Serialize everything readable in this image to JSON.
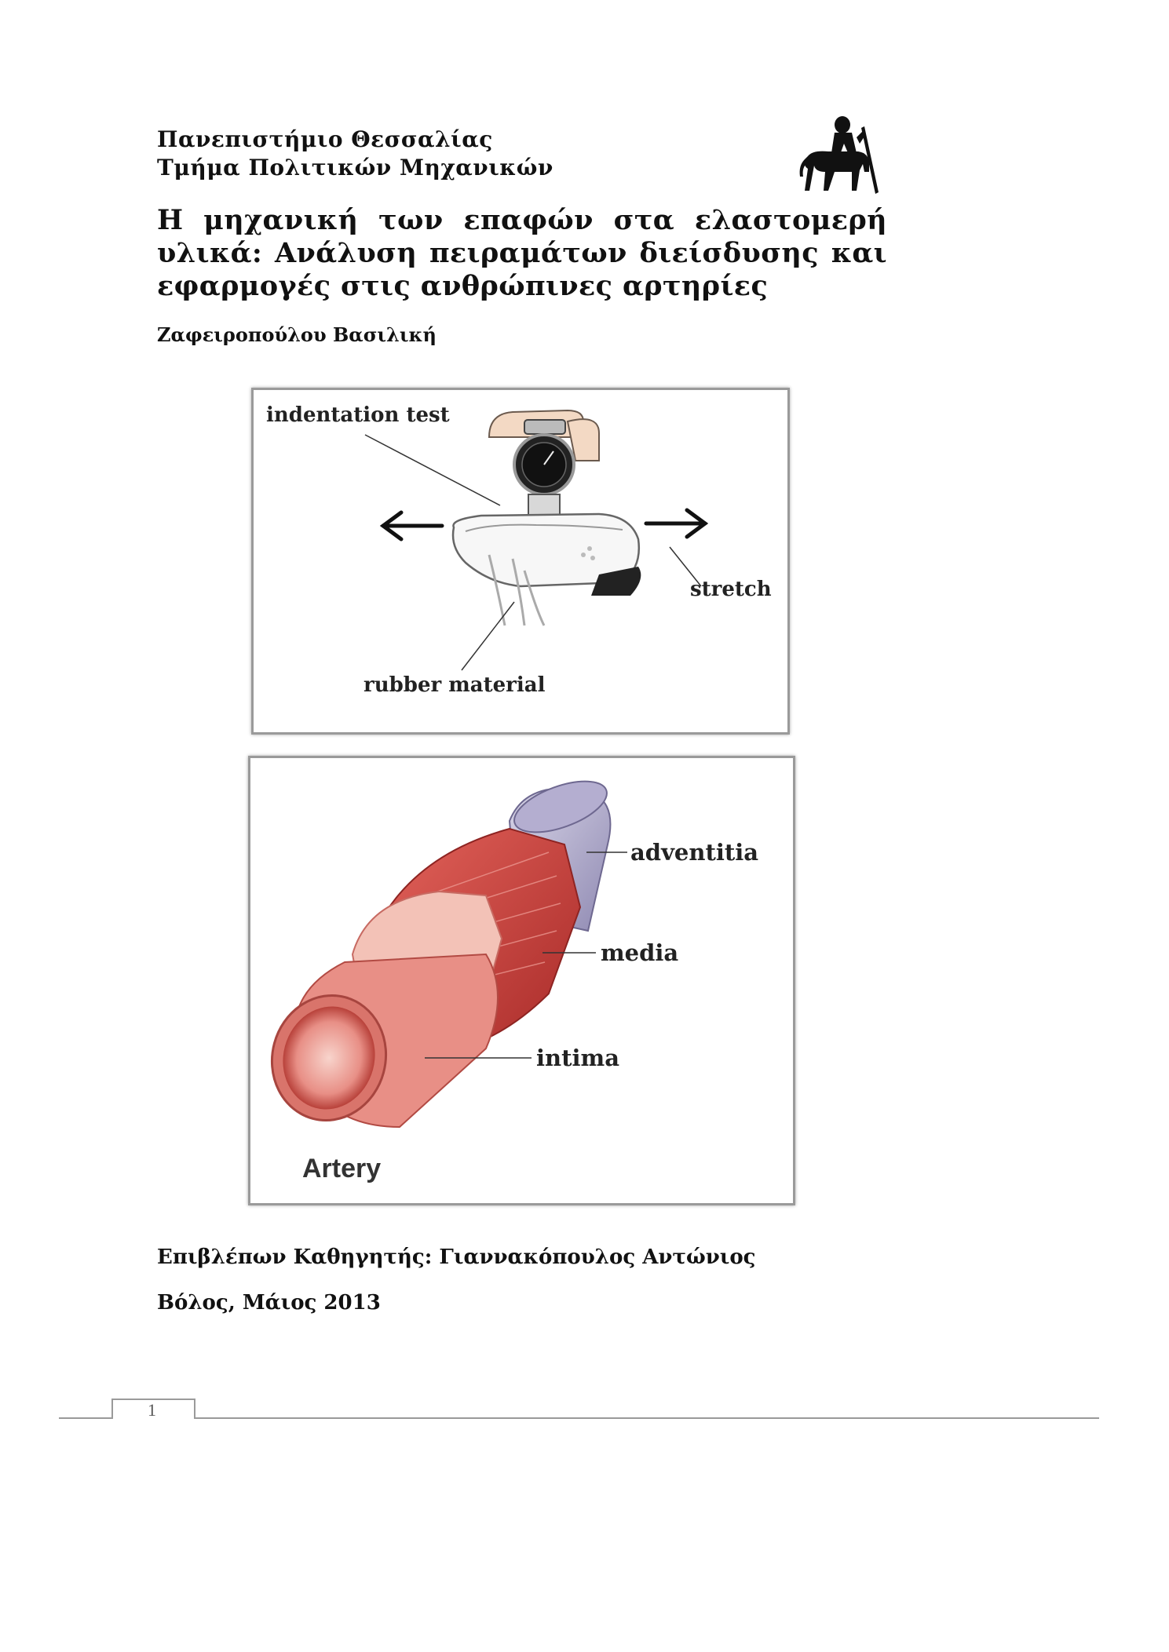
{
  "header": {
    "university": "Πανεπιστήμιο Θεσσαλίας",
    "department": "Τμήμα Πολιτικών Μηχανικών"
  },
  "thesis": {
    "title": "Η μηχανική των επαφών στα ελαστομερή υλικά: Ανάλυση πειραμάτων διείσδυσης και εφαρμογές στις ανθρώπινες αρτηρίες",
    "author": "Ζαφειροπούλου Βασιλική"
  },
  "figure1": {
    "label_indentation": "indentation test",
    "label_stretch": "stretch",
    "label_rubber": "rubber material"
  },
  "figure2": {
    "label_adventitia": "adventitia",
    "label_media": "media",
    "label_intima": "intima",
    "label_artery": "Artery"
  },
  "footer": {
    "supervisor": "Επιβλέπων Καθηγητής: Γιαννακόπουλος Αντώνιος",
    "place_date": "Βόλος, Μάιος 2013",
    "page_number": "1"
  },
  "colors": {
    "text": "#111111",
    "artery_red": "#c9403c",
    "artery_pink": "#f2b9b0",
    "adventitia": "#b9b5cf"
  }
}
